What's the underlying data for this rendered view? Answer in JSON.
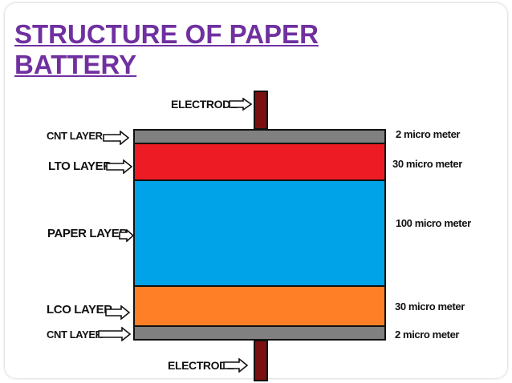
{
  "title": {
    "line1": "STRUCTURE OF PAPER",
    "line2": "BATTERY",
    "color": "#7030a0"
  },
  "electrode_top": {
    "label": "ELECTRODE",
    "color": "#7b1012"
  },
  "electrode_bottom": {
    "label": "ELECTRODE",
    "color": "#7b1012"
  },
  "layers": [
    {
      "name": "CNT LAYER",
      "thickness": "2 micro meter",
      "color": "#808080"
    },
    {
      "name": "LTO LAYER",
      "thickness": "30 micro meter",
      "color": "#ed1c24"
    },
    {
      "name": "PAPER LAYER",
      "thickness": "100 micro meter",
      "color": "#00a2e8"
    },
    {
      "name": "LCO LAYER",
      "thickness": "30 micro meter",
      "color": "#ff7f27"
    },
    {
      "name": "CNT LAYER",
      "thickness": "2 micro meter",
      "color": "#808080"
    }
  ],
  "icons": {
    "arrow": "right-arrow-outline-icon"
  }
}
